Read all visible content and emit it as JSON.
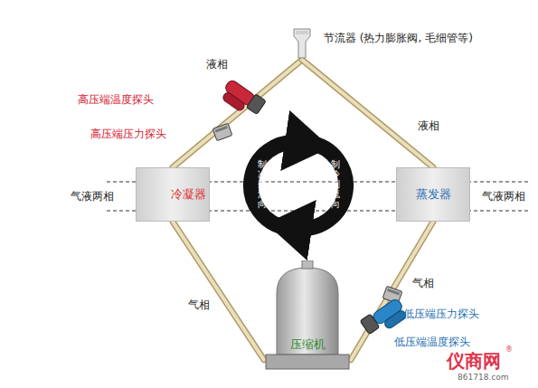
{
  "diagram": {
    "nodes": [
      {
        "text": [
          "节流器 (热力膨胀阀, 毛细管等)"
        ]
      },
      {
        "text": [
          "冷凝器"
        ]
      },
      {
        "text": [
          "蒸发器"
        ]
      },
      {
        "text": [
          "压缩机"
        ]
      }
    ],
    "edges": [
      {
        "from": 3,
        "to": 1,
        "arrow": "none"
      },
      {
        "from": 1,
        "to": 0,
        "arrow": "none"
      },
      {
        "from": 0,
        "to": 2,
        "arrow": "none"
      },
      {
        "from": 2,
        "to": 3,
        "arrow": "none"
      }
    ],
    "labels": [
      "液相",
      "液相",
      "气液两相",
      "气液两相",
      "气相",
      "气相",
      "高压端温度探头",
      "高压端压力探头",
      "低压端压力探头",
      "低压端温度探头",
      "制冷剂流向",
      "制冷剂流向",
      "仪商网",
      "861718.com",
      "®"
    ]
  }
}
